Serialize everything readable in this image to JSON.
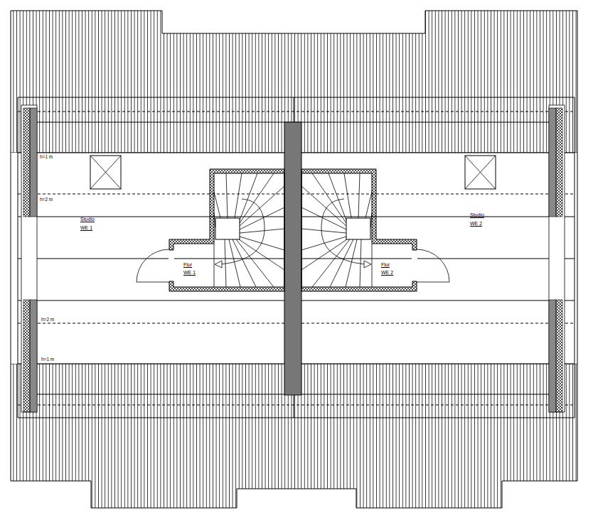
{
  "diagram": {
    "nodes": [
      {
        "text": [
          "Studio",
          "WE 1"
        ]
      },
      {
        "text": [
          "Flur",
          "WE 1"
        ],
        "in": 0
      },
      {
        "text": [
          "Studio",
          "WE 2"
        ]
      },
      {
        "text": [
          "Flur",
          "WE 2"
        ],
        "in": 2
      }
    ],
    "labels": [
      "h=1 m",
      "h=2 m",
      "h=2 m",
      "h=1 m"
    ]
  }
}
